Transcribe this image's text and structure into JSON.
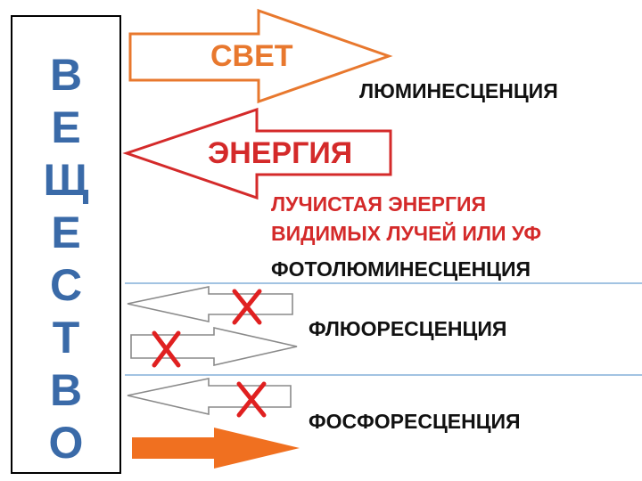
{
  "substance": {
    "letters": [
      "В",
      "Е",
      "Щ",
      "Е",
      "С",
      "Т",
      "В",
      "О"
    ]
  },
  "light_arrow": {
    "label": "СВЕТ",
    "color": "#e8782e"
  },
  "energy_arrow": {
    "label": "ЭНЕРГИЯ",
    "color": "#d42a2a"
  },
  "labels": {
    "luminescence": "ЛЮМИНЕСЦЕНЦИЯ",
    "radiant_line1": "ЛУЧИСТАЯ ЭНЕРГИЯ",
    "radiant_line2": "ВИДИМЫХ ЛУЧЕЙ ИЛИ УФ",
    "photoluminescence": "ФОТОЛЮМИНЕСЦЕНЦИЯ",
    "fluorescence": "ФЛЮОРЕСЦЕНЦИЯ",
    "phosphorescence": "ФОСФОРЕСЦЕНЦИЯ"
  },
  "colors": {
    "letters": "#3a6aa8",
    "divider": "#6a9fd0",
    "gray_arrow": "#8a8a8a",
    "cross": "#e02020",
    "filled_arrow": "#f07020",
    "text": "#111111"
  }
}
